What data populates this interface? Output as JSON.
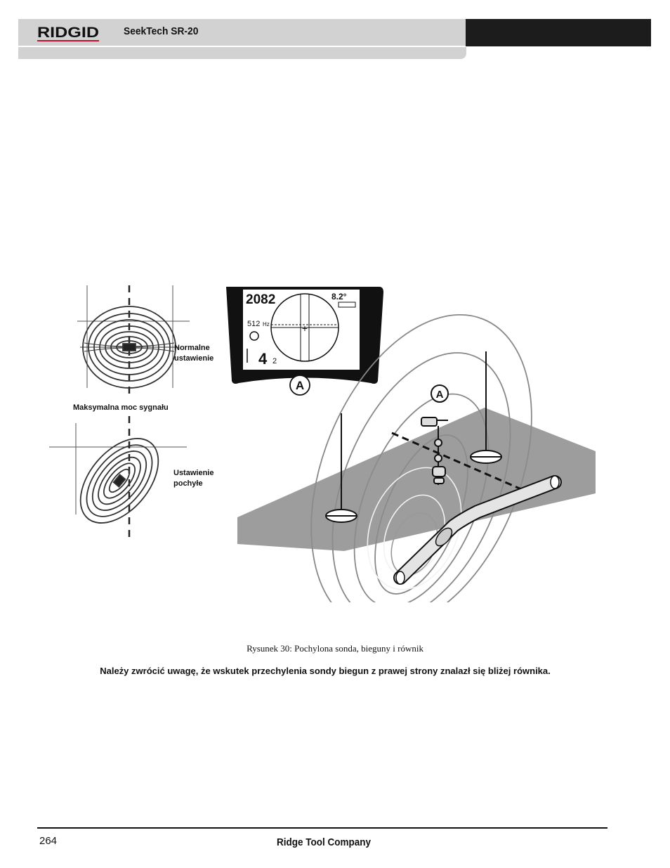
{
  "header": {
    "brand": "RIDGID",
    "title": "SeekTech SR-20"
  },
  "figure": {
    "labels": {
      "normal": [
        "Normalne",
        "ustawienie"
      ],
      "max_signal": "Maksymalna moc sygnału",
      "tilted": [
        "Ustawienie",
        "pochyłe"
      ]
    },
    "display": {
      "value": "2082",
      "freq": "512",
      "freq_unit": "Hz",
      "depth_ft": "4",
      "depth_in": "2",
      "angle": "8.2°"
    },
    "markers": [
      "A",
      "A"
    ]
  },
  "caption": "Rysunek 30: Pochylona sonda, bieguny i równik",
  "note": "Należy zwrócić uwagę, że wskutek przechylenia sondy biegun z prawej strony znalazł się bliżej równika.",
  "footer": {
    "page": "264",
    "company": "Ridge Tool Company"
  }
}
